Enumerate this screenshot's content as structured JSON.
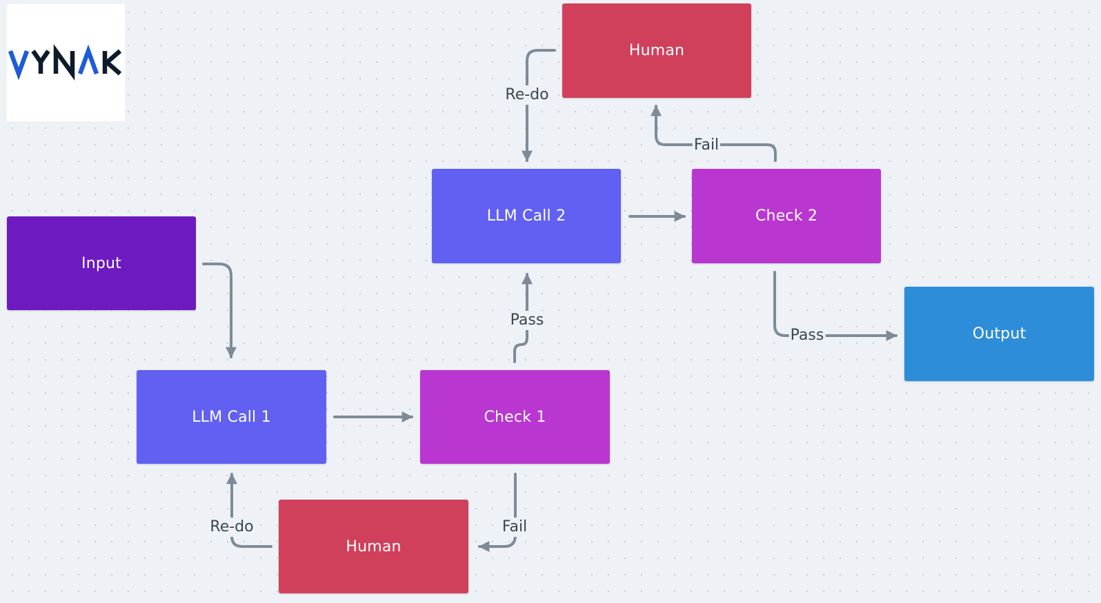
{
  "logo": {
    "text": "VYNAK",
    "colors": {
      "accent": "#1e5bd8",
      "dark": "#0d1b2a"
    }
  },
  "nodes": {
    "input": {
      "label": "Input",
      "color": "#6d1ac0"
    },
    "llm_call_1": {
      "label": "LLM Call 1",
      "color": "#6160f2"
    },
    "check_1": {
      "label": "Check 1",
      "color": "#b936d1"
    },
    "human_1": {
      "label": "Human",
      "color": "#d1405b"
    },
    "llm_call_2": {
      "label": "LLM Call 2",
      "color": "#6160f2"
    },
    "check_2": {
      "label": "Check 2",
      "color": "#b936d1"
    },
    "human_2": {
      "label": "Human",
      "color": "#d1405b"
    },
    "output": {
      "label": "Output",
      "color": "#2d8dd8"
    }
  },
  "edges": {
    "input_to_llm1": {
      "from": "Input",
      "to": "LLM Call 1",
      "label": ""
    },
    "llm1_to_check1": {
      "from": "LLM Call 1",
      "to": "Check 1",
      "label": ""
    },
    "check1_fail": {
      "from": "Check 1",
      "to": "Human",
      "label": "Fail"
    },
    "human1_redo": {
      "from": "Human",
      "to": "LLM Call 1",
      "label": "Re-do"
    },
    "check1_pass": {
      "from": "Check 1",
      "to": "LLM Call 2",
      "label": "Pass"
    },
    "llm2_to_check2": {
      "from": "LLM Call 2",
      "to": "Check 2",
      "label": ""
    },
    "check2_fail": {
      "from": "Check 2",
      "to": "Human",
      "label": "Fail"
    },
    "human2_redo": {
      "from": "Human",
      "to": "LLM Call 2",
      "label": "Re-do"
    },
    "check2_pass": {
      "from": "Check 2",
      "to": "Output",
      "label": "Pass"
    }
  },
  "edge_color": "#7e8b97"
}
